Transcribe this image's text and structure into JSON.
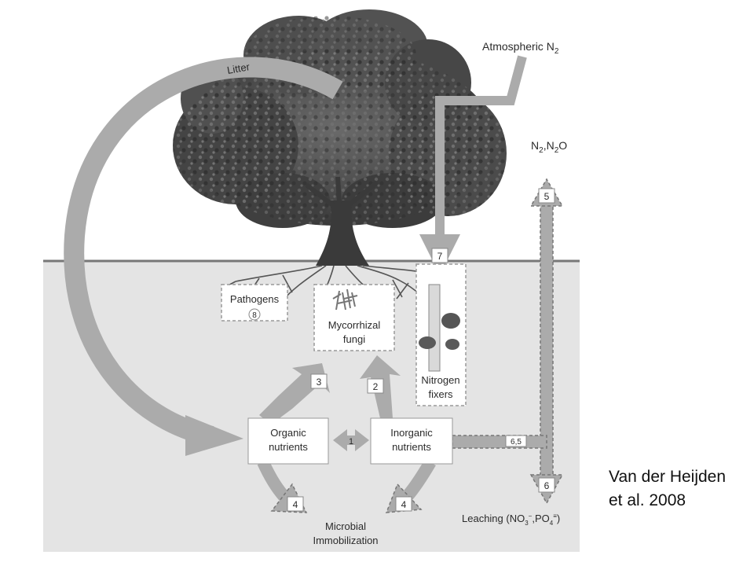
{
  "labels": {
    "litter": "Litter",
    "atmospheric": "Atmospheric N",
    "atmospheric_sub": "2",
    "n2n2o_a": "N",
    "n2n2o_sub1": "2",
    "n2n2o_b": ",N",
    "n2n2o_sub2": "2",
    "n2n2o_c": "O",
    "pathogens": "Pathogens",
    "mycorrhizal_line1": "Mycorrhizal",
    "mycorrhizal_line2": "fungi",
    "nitrogen_line1": "Nitrogen",
    "nitrogen_line2": "fixers",
    "organic_line1": "Organic",
    "organic_line2": "nutrients",
    "inorganic_line1": "Inorganic",
    "inorganic_line2": "nutrients",
    "microbial_line1": "Microbial",
    "microbial_line2": "Immobilization",
    "leaching_a": "Leaching (NO",
    "leaching_sub1": "3",
    "leaching_sup1": "−",
    "leaching_b": ",PO",
    "leaching_sub2": "4",
    "leaching_sup2": "≡",
    "leaching_c": ")"
  },
  "numbers": {
    "n1": "1",
    "n2": "2",
    "n3": "3",
    "n4a": "4",
    "n4b": "4",
    "n5": "5",
    "n6": "6",
    "n65": "6,5",
    "n7": "7",
    "n8": "8"
  },
  "citation": {
    "line1": "Van der Heijden",
    "line2": "et al. 2008"
  },
  "colors": {
    "soil": "#e4e4e4",
    "arrow": "#ababab",
    "tree": "#4a4a4a",
    "ground_line": "#777777"
  }
}
